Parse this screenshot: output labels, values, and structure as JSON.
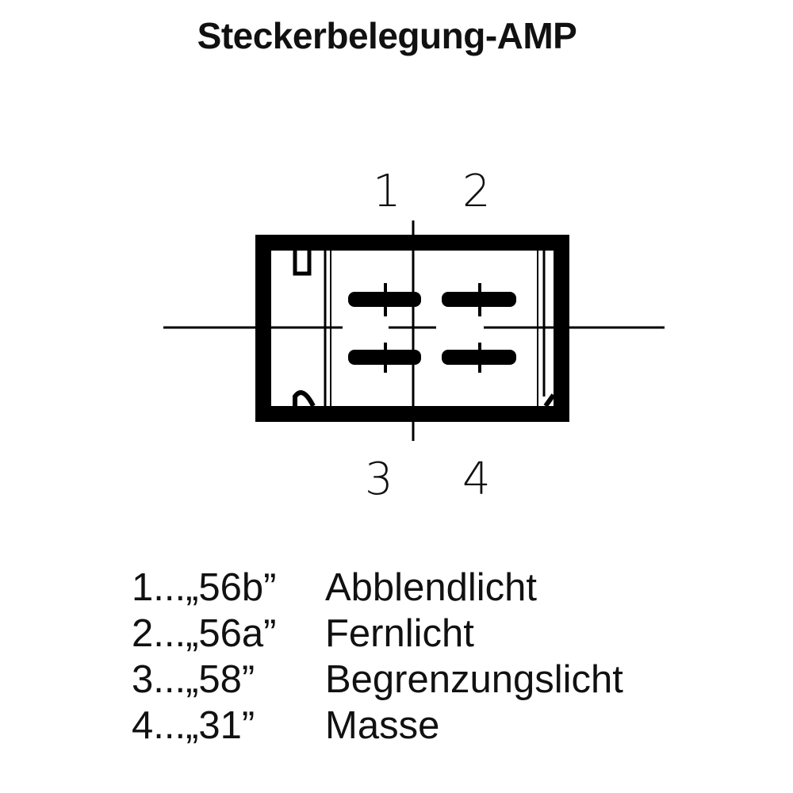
{
  "title": "Steckerbelegung-AMP",
  "pins": {
    "p1": "1",
    "p2": "2",
    "p3": "3",
    "p4": "4"
  },
  "legend": [
    {
      "code": "1...„56b”",
      "label": "Abblendlicht"
    },
    {
      "code": "2...„56a”",
      "label": "Fernlicht"
    },
    {
      "code": "3...„58”",
      "label": "Begrenzungslicht"
    },
    {
      "code": "4...„31”",
      "label": "Masse"
    }
  ]
}
